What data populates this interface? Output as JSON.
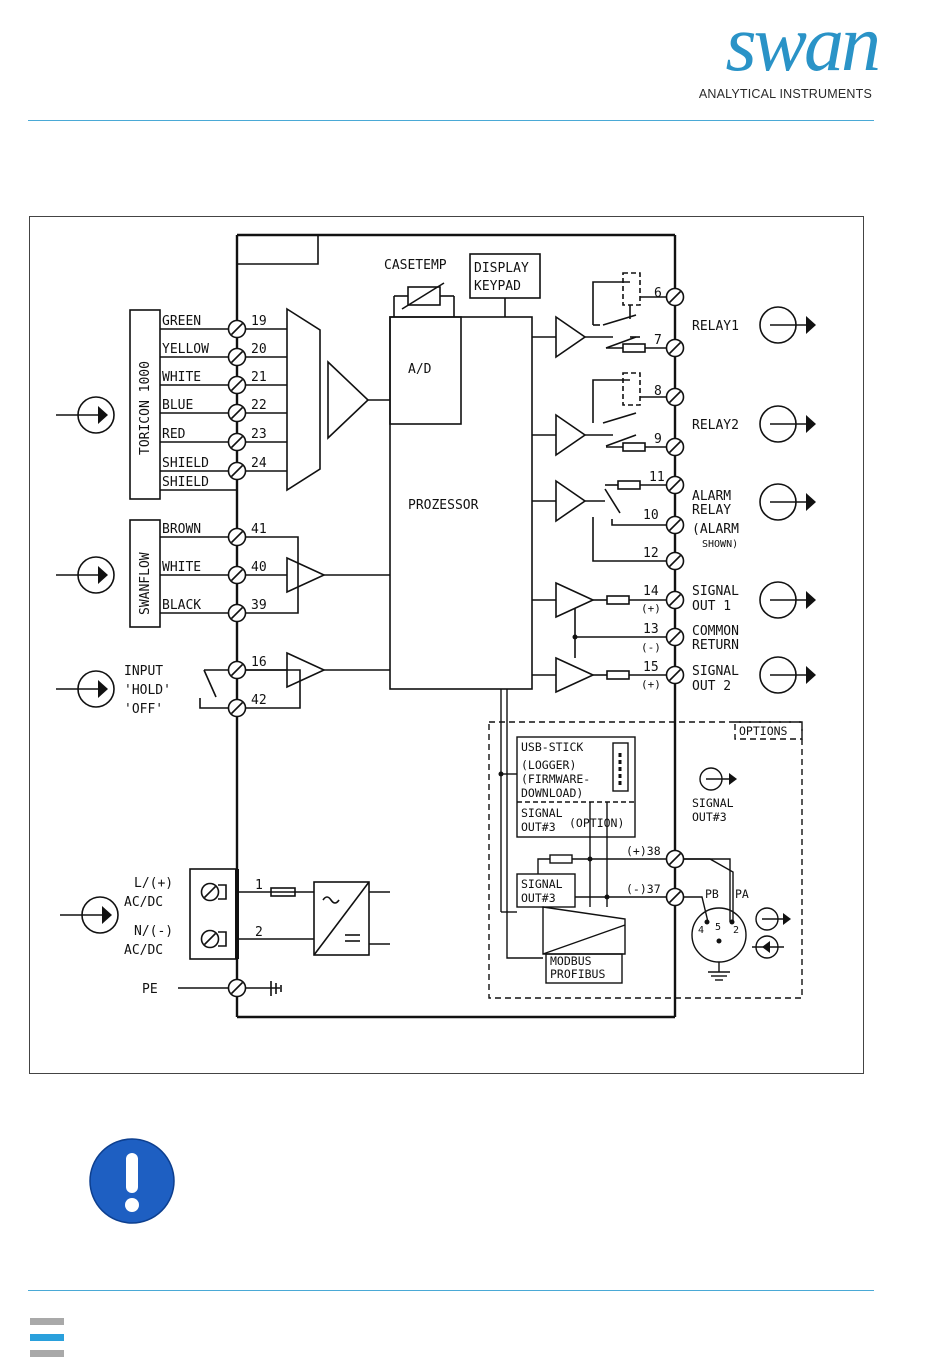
{
  "header": {
    "brand": "swan",
    "tagline": "ANALYTICAL INSTRUMENTS"
  },
  "diagram": {
    "casetemp": "CASETEMP",
    "display": [
      "DISPLAY",
      "KEYPAD"
    ],
    "ad": "A/D",
    "processor": "PROZESSOR",
    "toricon": {
      "label": "TORICON 1000",
      "wires": [
        {
          "name": "GREEN",
          "terminal": "19"
        },
        {
          "name": "YELLOW",
          "terminal": "20"
        },
        {
          "name": "WHITE",
          "terminal": "21"
        },
        {
          "name": "BLUE",
          "terminal": "22"
        },
        {
          "name": "RED",
          "terminal": "23"
        },
        {
          "name": "SHIELD",
          "terminal": "24"
        },
        {
          "name": "SHIELD",
          "terminal": ""
        }
      ]
    },
    "swanflow": {
      "label": "SWANFLOW",
      "wires": [
        {
          "name": "BROWN",
          "terminal": "41"
        },
        {
          "name": "WHITE",
          "terminal": "40"
        },
        {
          "name": "BLACK",
          "terminal": "39"
        }
      ]
    },
    "input": {
      "lines": [
        "INPUT",
        "'HOLD'",
        "'OFF'"
      ],
      "terminals": [
        "16",
        "42"
      ]
    },
    "power": {
      "l": [
        "L/(+)",
        "AC/DC"
      ],
      "n": [
        "N/(-)",
        "AC/DC"
      ],
      "pe": "PE",
      "terminals": [
        "1",
        "2"
      ]
    },
    "relays": {
      "relay1": {
        "label": "RELAY1",
        "terminals": [
          "6",
          "7"
        ]
      },
      "relay2": {
        "label": "RELAY2",
        "terminals": [
          "8",
          "9"
        ]
      },
      "alarm": {
        "lines": [
          "ALARM",
          "RELAY",
          "(ALARM",
          "SHOWN)"
        ],
        "terminals": [
          "11",
          "10",
          "12"
        ]
      }
    },
    "signals": {
      "out1": {
        "lines": [
          "SIGNAL",
          "OUT 1"
        ],
        "terminal": "14",
        "pol": "(+)"
      },
      "common": {
        "lines": [
          "COMMON",
          "RETURN"
        ],
        "terminal": "13",
        "pol": "(-)"
      },
      "out2": {
        "lines": [
          "SIGNAL",
          "OUT 2"
        ],
        "terminal": "15",
        "pol": "(+)"
      }
    },
    "options": {
      "title": "OPTIONS",
      "usb": [
        "USB-STICK",
        "(LOGGER)",
        "(FIRMWARE-",
        "DOWNLOAD)"
      ],
      "signal_option": [
        "SIGNAL",
        "OUT#3",
        "(OPTION)"
      ],
      "signal_box": [
        "SIGNAL",
        "OUT#3"
      ],
      "modbus": [
        "MODBUS",
        "PROFIBUS"
      ],
      "signal_out3": [
        "SIGNAL",
        "OUT#3"
      ],
      "t38": "(+)38",
      "t37": "(-)37",
      "pb": "PB",
      "pa": "PA",
      "pins": [
        "4",
        "5",
        "2"
      ]
    }
  },
  "colors": {
    "accent": "#2a93c7",
    "note_blue": "#1e5fc2",
    "rule": "#4aa9d6"
  }
}
